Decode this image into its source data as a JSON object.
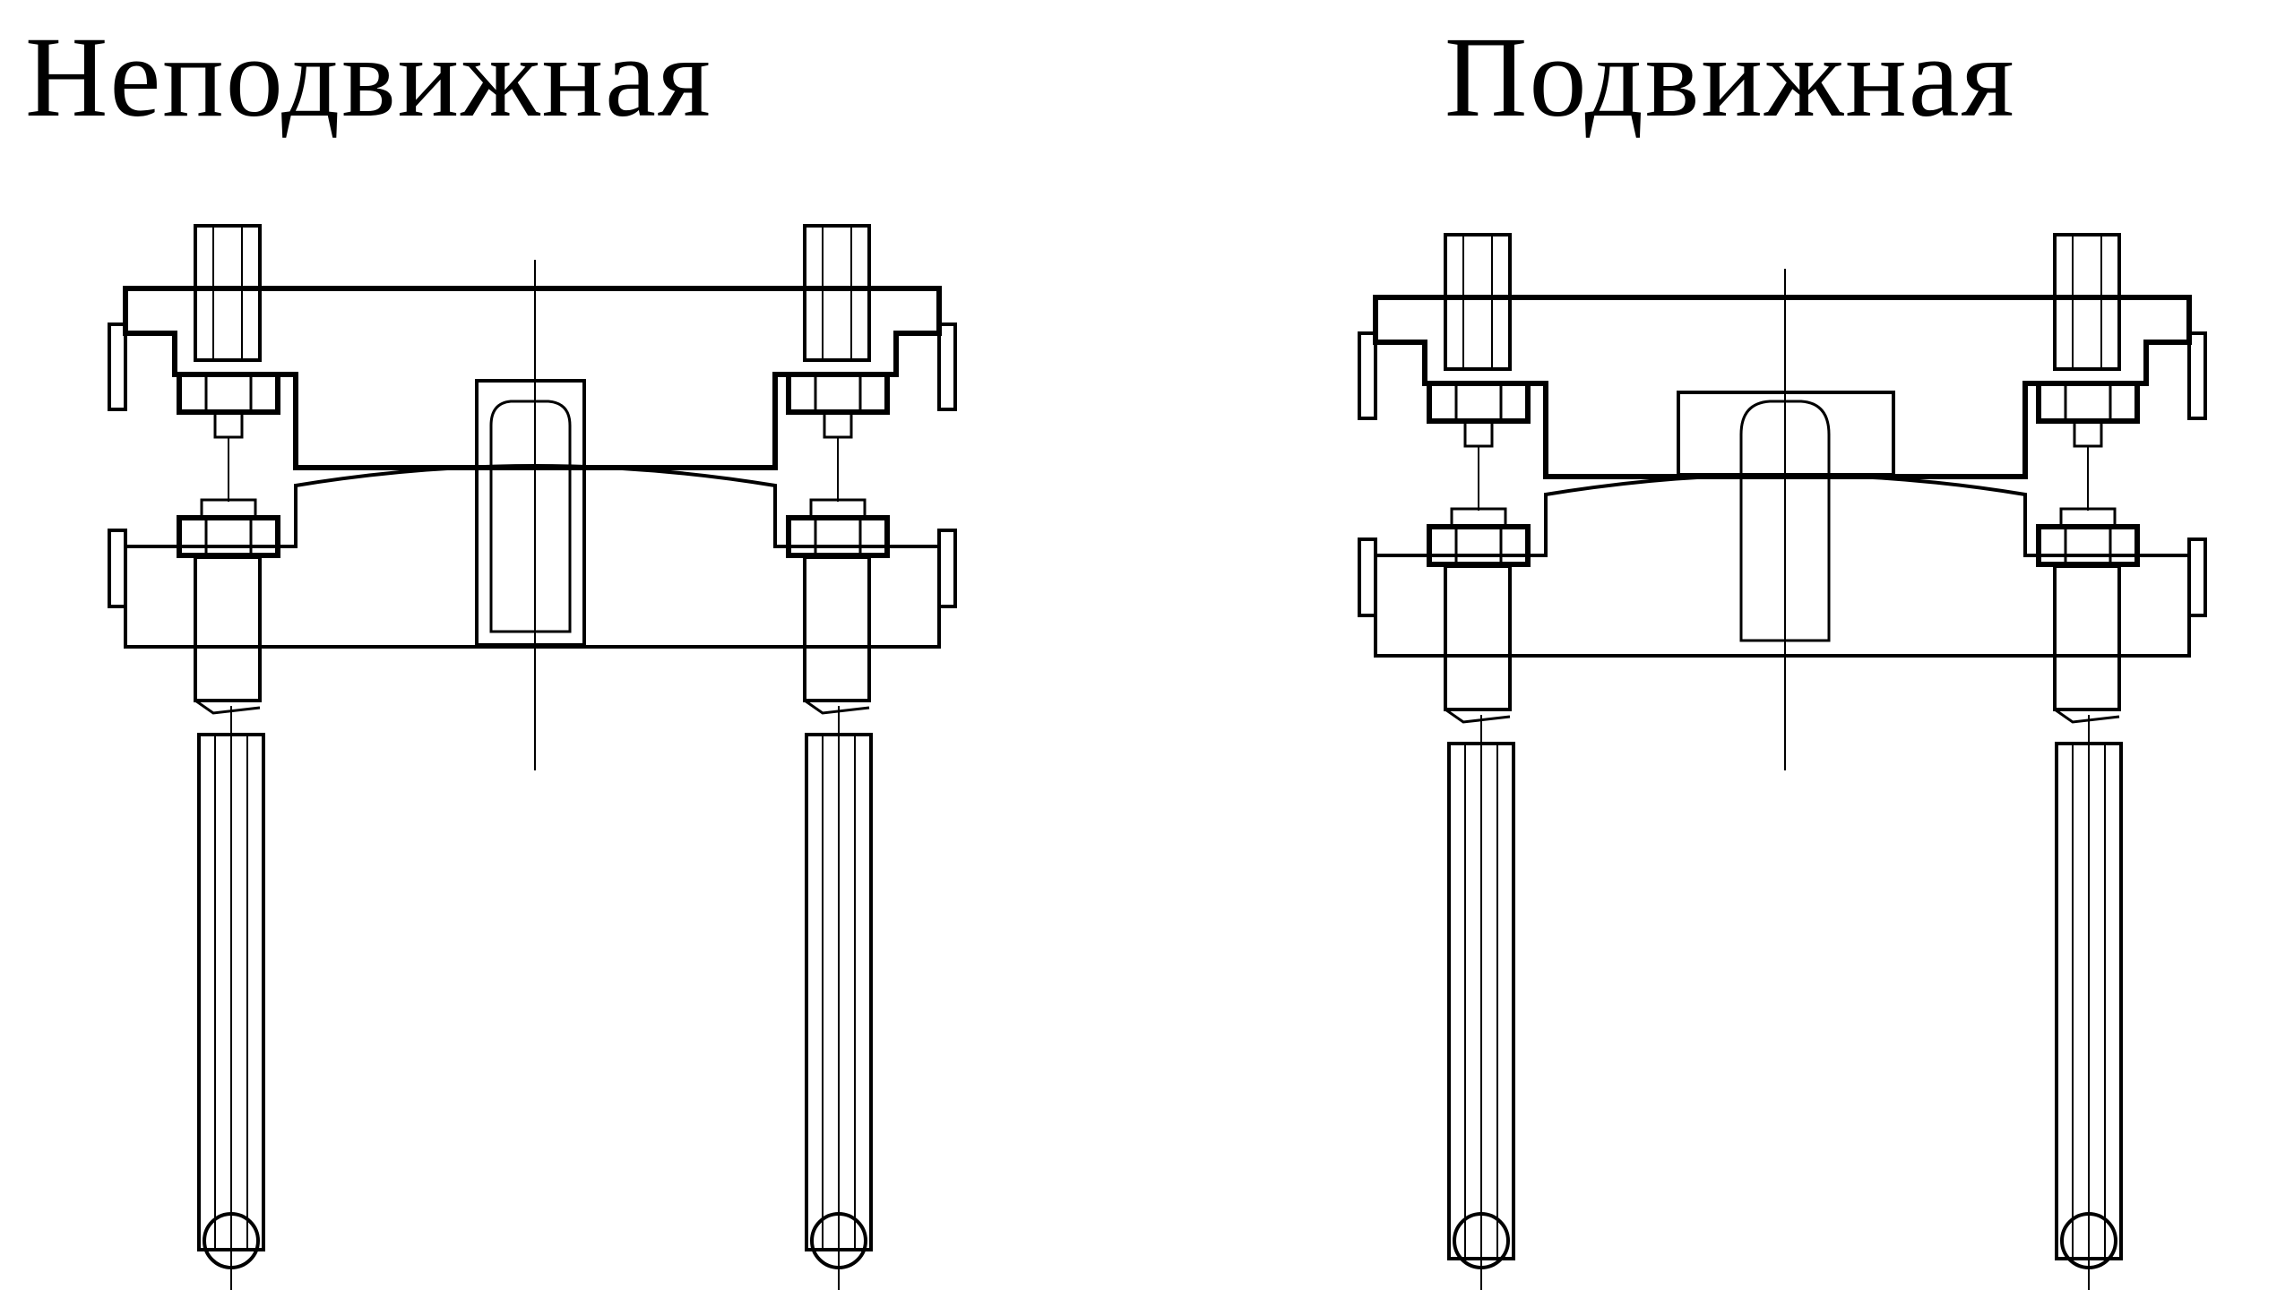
{
  "labels": {
    "fixed": "Неподвижная",
    "movable": "Подвижная"
  },
  "colors": {
    "line": "#000000",
    "background": "#ffffff"
  },
  "assemblies": [
    {
      "name": "fixed",
      "center_block": "nut-in-frame"
    },
    {
      "name": "movable",
      "center_block": "open-frame"
    }
  ]
}
